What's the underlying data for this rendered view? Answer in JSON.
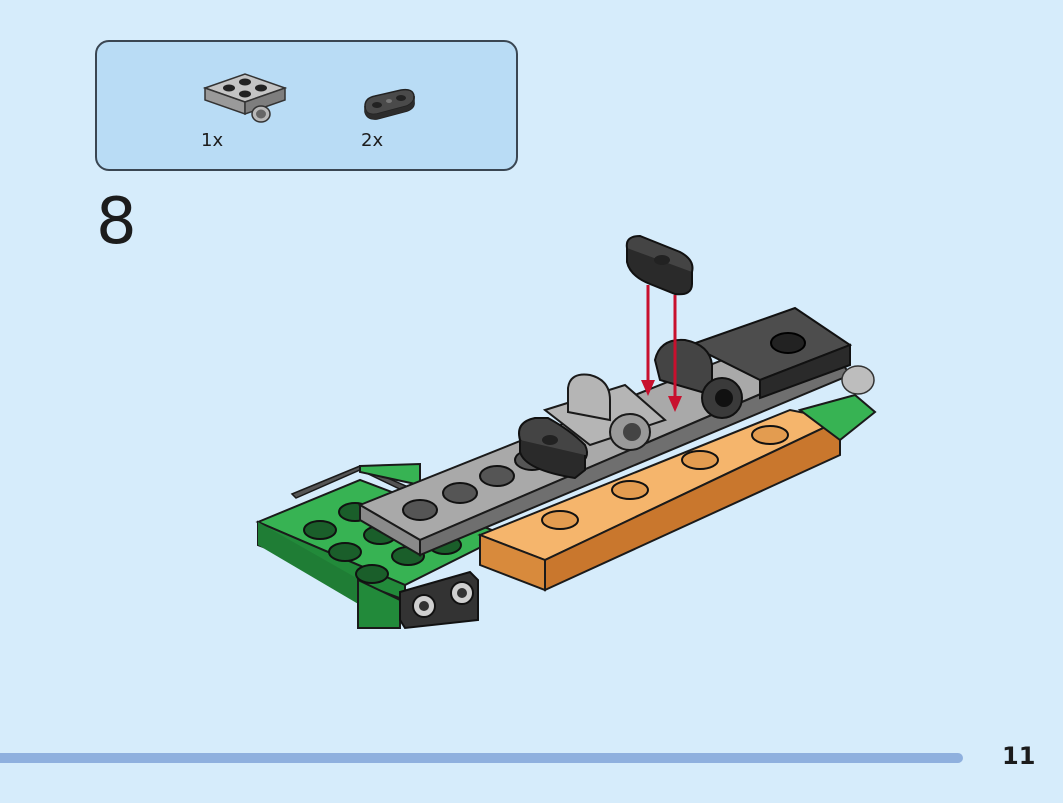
{
  "step": {
    "number": "8"
  },
  "parts_list": {
    "items": [
      {
        "name": "light-gray-2x2-plate-with-pin-hole",
        "color": "#a8a8a8",
        "quantity": "1x"
      },
      {
        "name": "black-1x2-rounded-plate",
        "color": "#3b3b3b",
        "quantity": "2x"
      }
    ]
  },
  "page": {
    "number": "11"
  },
  "colors": {
    "background": "#d6ecfb",
    "parts_box": "#b9dcf5",
    "progress": "#8fb0de",
    "arrow": "#c8102e",
    "green": "#2e9e4a",
    "orange": "#e8a45c",
    "gray": "#9a9a9a",
    "black": "#3b3b3b"
  }
}
